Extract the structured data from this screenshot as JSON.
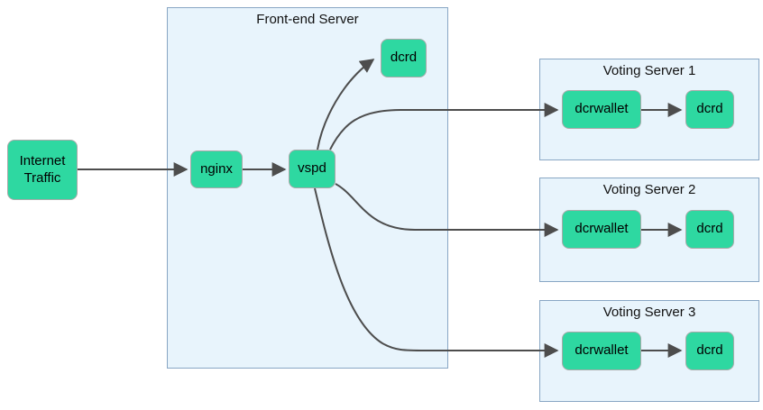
{
  "diagram": {
    "kind": "architecture-flowchart",
    "colors": {
      "node_fill": "#2ed8a1",
      "node_border": "#a9a9a9",
      "container_fill": "#e8f4fc",
      "container_border": "#88a6c4",
      "edge_stroke": "#4d4d4d",
      "background": "#ffffff",
      "text": "#000000"
    },
    "containers": {
      "frontend": {
        "title": "Front-end Server"
      },
      "vs1": {
        "title": "Voting Server 1"
      },
      "vs2": {
        "title": "Voting Server 2"
      },
      "vs3": {
        "title": "Voting Server 3"
      }
    },
    "nodes": {
      "internet_traffic": {
        "label": "Internet Traffic"
      },
      "nginx": {
        "label": "nginx"
      },
      "vspd": {
        "label": "vspd"
      },
      "frontend_dcrd": {
        "label": "dcrd"
      },
      "vs1_dcrwallet": {
        "label": "dcrwallet"
      },
      "vs1_dcrd": {
        "label": "dcrd"
      },
      "vs2_dcrwallet": {
        "label": "dcrwallet"
      },
      "vs2_dcrd": {
        "label": "dcrd"
      },
      "vs3_dcrwallet": {
        "label": "dcrwallet"
      },
      "vs3_dcrd": {
        "label": "dcrd"
      }
    },
    "edges": [
      {
        "from": "internet_traffic",
        "to": "nginx"
      },
      {
        "from": "nginx",
        "to": "vspd"
      },
      {
        "from": "vspd",
        "to": "frontend_dcrd"
      },
      {
        "from": "vspd",
        "to": "vs1_dcrwallet"
      },
      {
        "from": "vspd",
        "to": "vs2_dcrwallet"
      },
      {
        "from": "vspd",
        "to": "vs3_dcrwallet"
      },
      {
        "from": "vs1_dcrwallet",
        "to": "vs1_dcrd"
      },
      {
        "from": "vs2_dcrwallet",
        "to": "vs2_dcrd"
      },
      {
        "from": "vs3_dcrwallet",
        "to": "vs3_dcrd"
      }
    ]
  }
}
